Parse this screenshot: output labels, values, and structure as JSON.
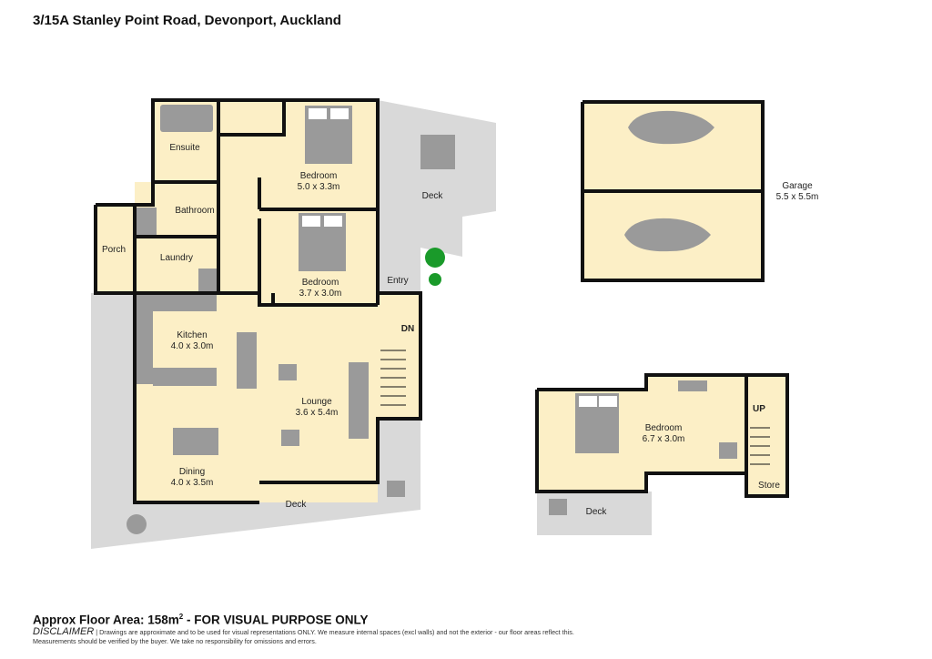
{
  "title": "3/15A Stanley Point Road, Devonport, Auckland",
  "rooms": {
    "ensuite": "Ensuite",
    "bedroom1": {
      "name": "Bedroom",
      "size": "5.0 x 3.3m"
    },
    "bathroom": "Bathroom",
    "porch": "Porch",
    "laundry": "Laundry",
    "bedroom2": {
      "name": "Bedroom",
      "size": "3.7 x 3.0m"
    },
    "entry": "Entry",
    "deck_top": "Deck",
    "kitchen": {
      "name": "Kitchen",
      "size": "4.0 x 3.0m"
    },
    "lounge": {
      "name": "Lounge",
      "size": "3.6 x 5.4m"
    },
    "dining": {
      "name": "Dining",
      "size": "4.0 x 3.5m"
    },
    "deck_main": "Deck",
    "stairs_down": "DN",
    "garage": {
      "name": "Garage",
      "size": "5.5 x 5.5m"
    },
    "bedroom3": {
      "name": "Bedroom",
      "size": "6.7 x 3.0m"
    },
    "stairs_up": "UP",
    "store": "Store",
    "deck_lower": "Deck"
  },
  "footer": {
    "area_prefix": "Approx Floor Area: 158m",
    "area_sup": "2",
    "area_suffix": " - FOR VISUAL PURPOSE ONLY",
    "disclaimer_label": "DISCLAIMER",
    "disclaimer_text": " | Drawings are approximate and to be used for visual representations ONLY. We measure internal spaces (excl walls) and not the exterior - our floor areas reflect this. Measurements should be verified by the buyer. We take no responsibility for omissions and errors."
  },
  "colors": {
    "floor": "#fcefc6",
    "deck": "#d9d9d9",
    "wall": "#111111",
    "furniture": "#9a9a9a"
  }
}
